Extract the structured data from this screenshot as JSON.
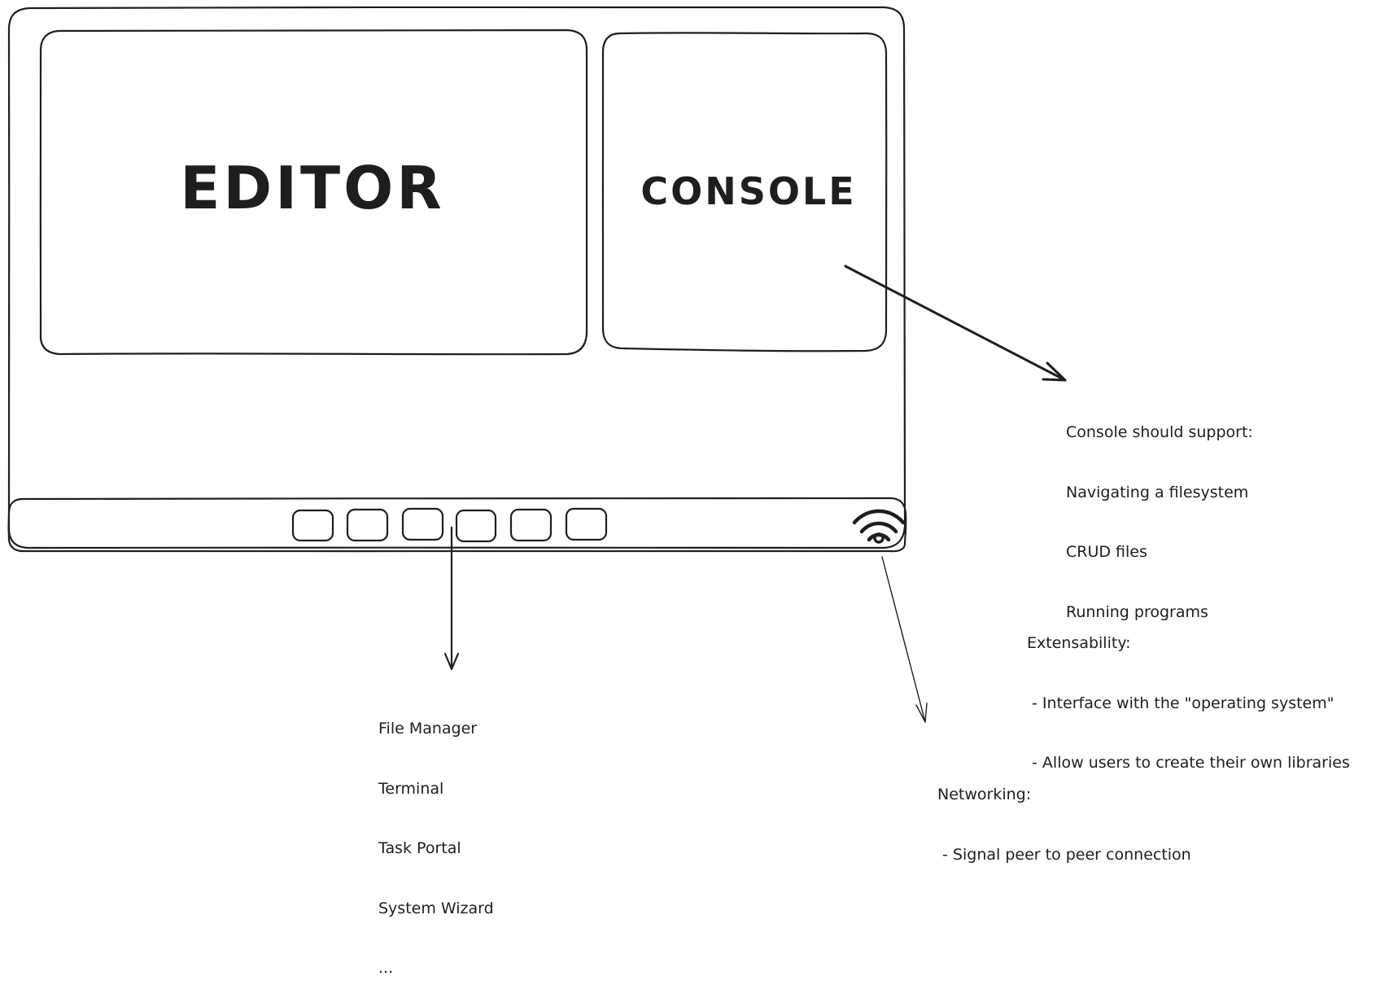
{
  "mockup": {
    "editor_label": "EDITOR",
    "console_label": "CONSOLE",
    "taskbar": {
      "app_slots": 6,
      "network_icon": "wifi-icon"
    }
  },
  "annotations": {
    "console": {
      "heading": "Console should support:",
      "items": [
        "Navigating a filesystem",
        "CRUD files",
        "Running programs"
      ]
    },
    "taskbar_apps": {
      "items": [
        "File Manager",
        "Terminal",
        "Task Portal",
        "System Wizard",
        "..."
      ]
    },
    "extensibility": {
      "heading": "Extensability:",
      "items": [
        " - Interface with the \"operating system\"",
        " - Allow users to create their own libraries"
      ]
    },
    "networking": {
      "heading": "Networking:",
      "items": [
        " - Signal peer to peer connection"
      ]
    }
  },
  "colors": {
    "ink": "#1e1e1e",
    "background": "#ffffff"
  }
}
